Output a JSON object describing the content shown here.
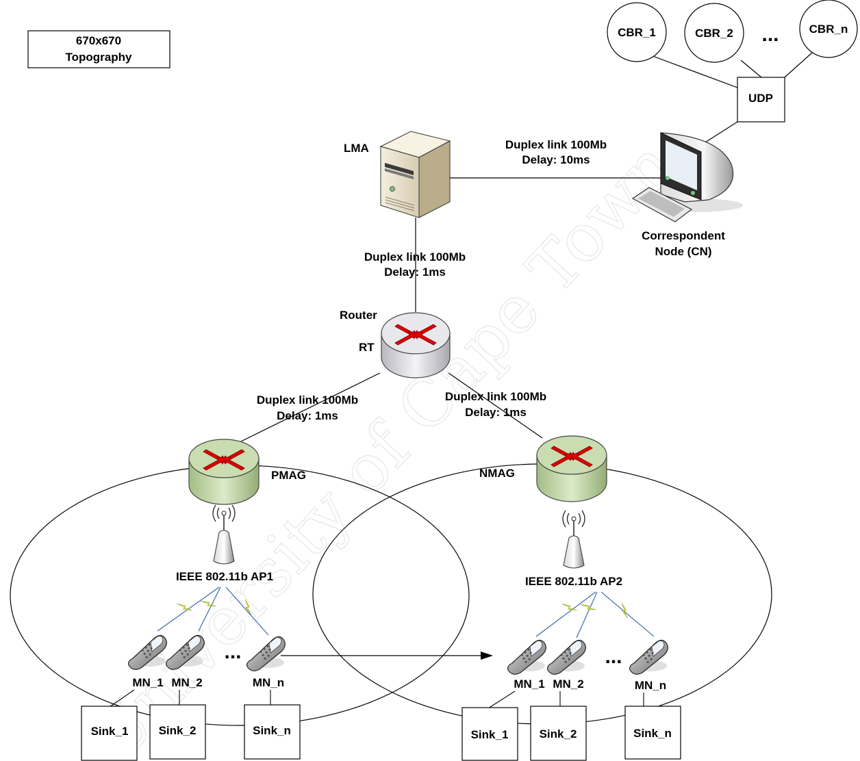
{
  "topography": {
    "line1": "670x670",
    "line2": "Topography"
  },
  "cbr": [
    {
      "label": "CBR_1"
    },
    {
      "label": "CBR_2"
    },
    {
      "label": "CBR_n"
    }
  ],
  "cbr_ellipsis": "...",
  "udp": {
    "label": "UDP"
  },
  "lma": {
    "label": "LMA"
  },
  "cn": {
    "line1": "Correspondent",
    "line2": "Node (CN)"
  },
  "links": {
    "lma_cn": {
      "line1": "Duplex link 100Mb",
      "line2": "Delay: 10ms"
    },
    "lma_rt": {
      "line1": "Duplex link 100Mb",
      "line2": "Delay: 1ms"
    },
    "rt_pmag": {
      "line1": "Duplex link 100Mb",
      "line2": "Delay: 1ms"
    },
    "rt_nmag": {
      "line1": "Duplex link 100Mb",
      "line2": "Delay: 1ms"
    }
  },
  "router": {
    "label": "Router",
    "id": "RT"
  },
  "pmag": {
    "label": "PMAG"
  },
  "nmag": {
    "label": "NMAG"
  },
  "ap1": {
    "label": "IEEE 802.11b AP1"
  },
  "ap2": {
    "label": "IEEE 802.11b AP2"
  },
  "left_cell": {
    "mn": [
      {
        "label": "MN_1"
      },
      {
        "label": "MN_2"
      },
      {
        "label": "MN_n"
      }
    ],
    "ellipsis": "...",
    "sinks": [
      {
        "label": "Sink_1"
      },
      {
        "label": "Sink_2"
      },
      {
        "label": "Sink_n"
      }
    ]
  },
  "right_cell": {
    "mn": [
      {
        "label": "MN_1"
      },
      {
        "label": "MN_2"
      },
      {
        "label": "MN_n"
      }
    ],
    "ellipsis": "...",
    "sinks": [
      {
        "label": "Sink_1"
      },
      {
        "label": "Sink_2"
      },
      {
        "label": "Sink_n"
      }
    ]
  },
  "watermark": "University of Cape Town",
  "colors": {
    "router_top": "#e8e8ec",
    "mag_top": "#c9ddb0",
    "arrow_red": "#e00000",
    "server_tan": "#e9e2cf",
    "lightning": "#e8ee3a",
    "wireless_link": "#2f5fa8"
  }
}
